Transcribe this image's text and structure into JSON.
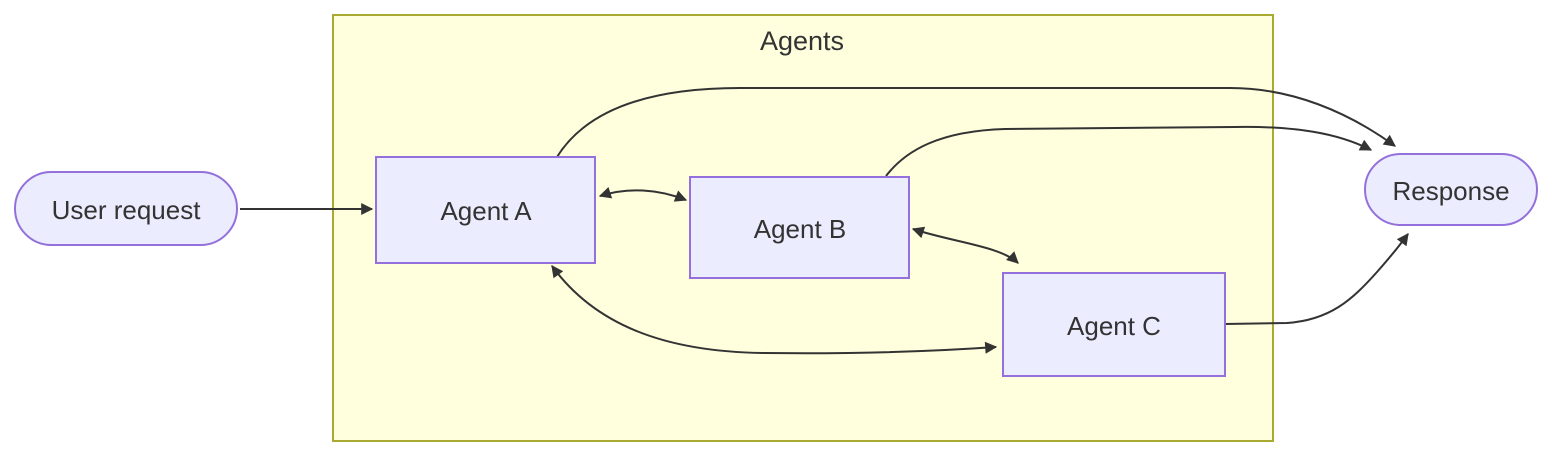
{
  "diagram": {
    "type": "flowchart",
    "direction": "left-to-right",
    "cluster": {
      "label": "Agents"
    },
    "nodes": [
      {
        "id": "user_request",
        "label": "User request",
        "shape": "stadium",
        "in_cluster": false
      },
      {
        "id": "agent_a",
        "label": "Agent A",
        "shape": "rectangle",
        "in_cluster": true
      },
      {
        "id": "agent_b",
        "label": "Agent B",
        "shape": "rectangle",
        "in_cluster": true
      },
      {
        "id": "agent_c",
        "label": "Agent C",
        "shape": "rectangle",
        "in_cluster": true
      },
      {
        "id": "response",
        "label": "Response",
        "shape": "stadium",
        "in_cluster": false
      }
    ],
    "edges": [
      {
        "from": "User request",
        "to": "Agent A",
        "bidirectional": false
      },
      {
        "from": "Agent A",
        "to": "Agent B",
        "bidirectional": true
      },
      {
        "from": "Agent B",
        "to": "Agent C",
        "bidirectional": true
      },
      {
        "from": "Agent A",
        "to": "Agent C",
        "bidirectional": true
      },
      {
        "from": "Agent A",
        "to": "Response",
        "bidirectional": false
      },
      {
        "from": "Agent B",
        "to": "Response",
        "bidirectional": false
      },
      {
        "from": "Agent C",
        "to": "Response",
        "bidirectional": false
      }
    ],
    "colors": {
      "node_fill": "#ECECFF",
      "node_border": "#9370DB",
      "cluster_fill": "#FFFFDE",
      "cluster_border": "#AAAA33",
      "edge": "#333333",
      "text": "#333333",
      "background": "#FFFFFF"
    }
  }
}
